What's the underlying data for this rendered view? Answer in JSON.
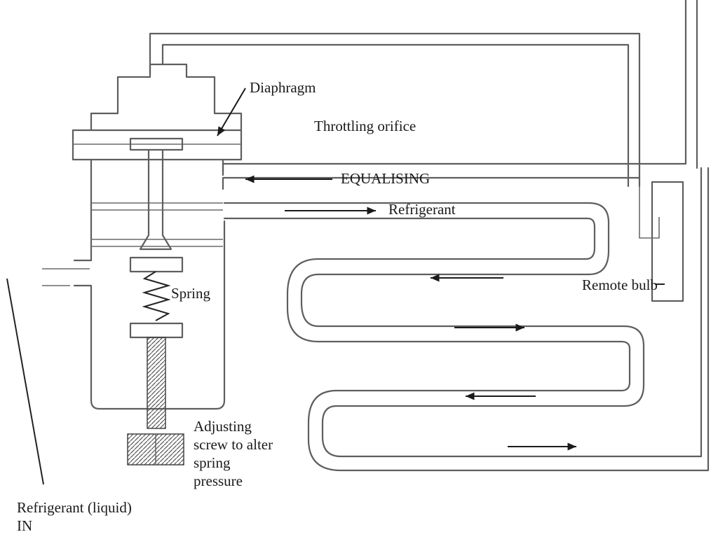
{
  "labels": {
    "diaphragm": "Diaphragm",
    "throttling_orifice": "Throttling orifice",
    "equalising": "EQUALISING",
    "refrigerant": "Refrigerant",
    "remote_bulb": "Remote bulb",
    "spring": "Spring",
    "adjusting_screw": [
      "Adjusting",
      "screw to alter",
      "spring",
      "pressure"
    ],
    "refrigerant_in": [
      "Refrigerant (liquid)",
      "IN"
    ]
  }
}
